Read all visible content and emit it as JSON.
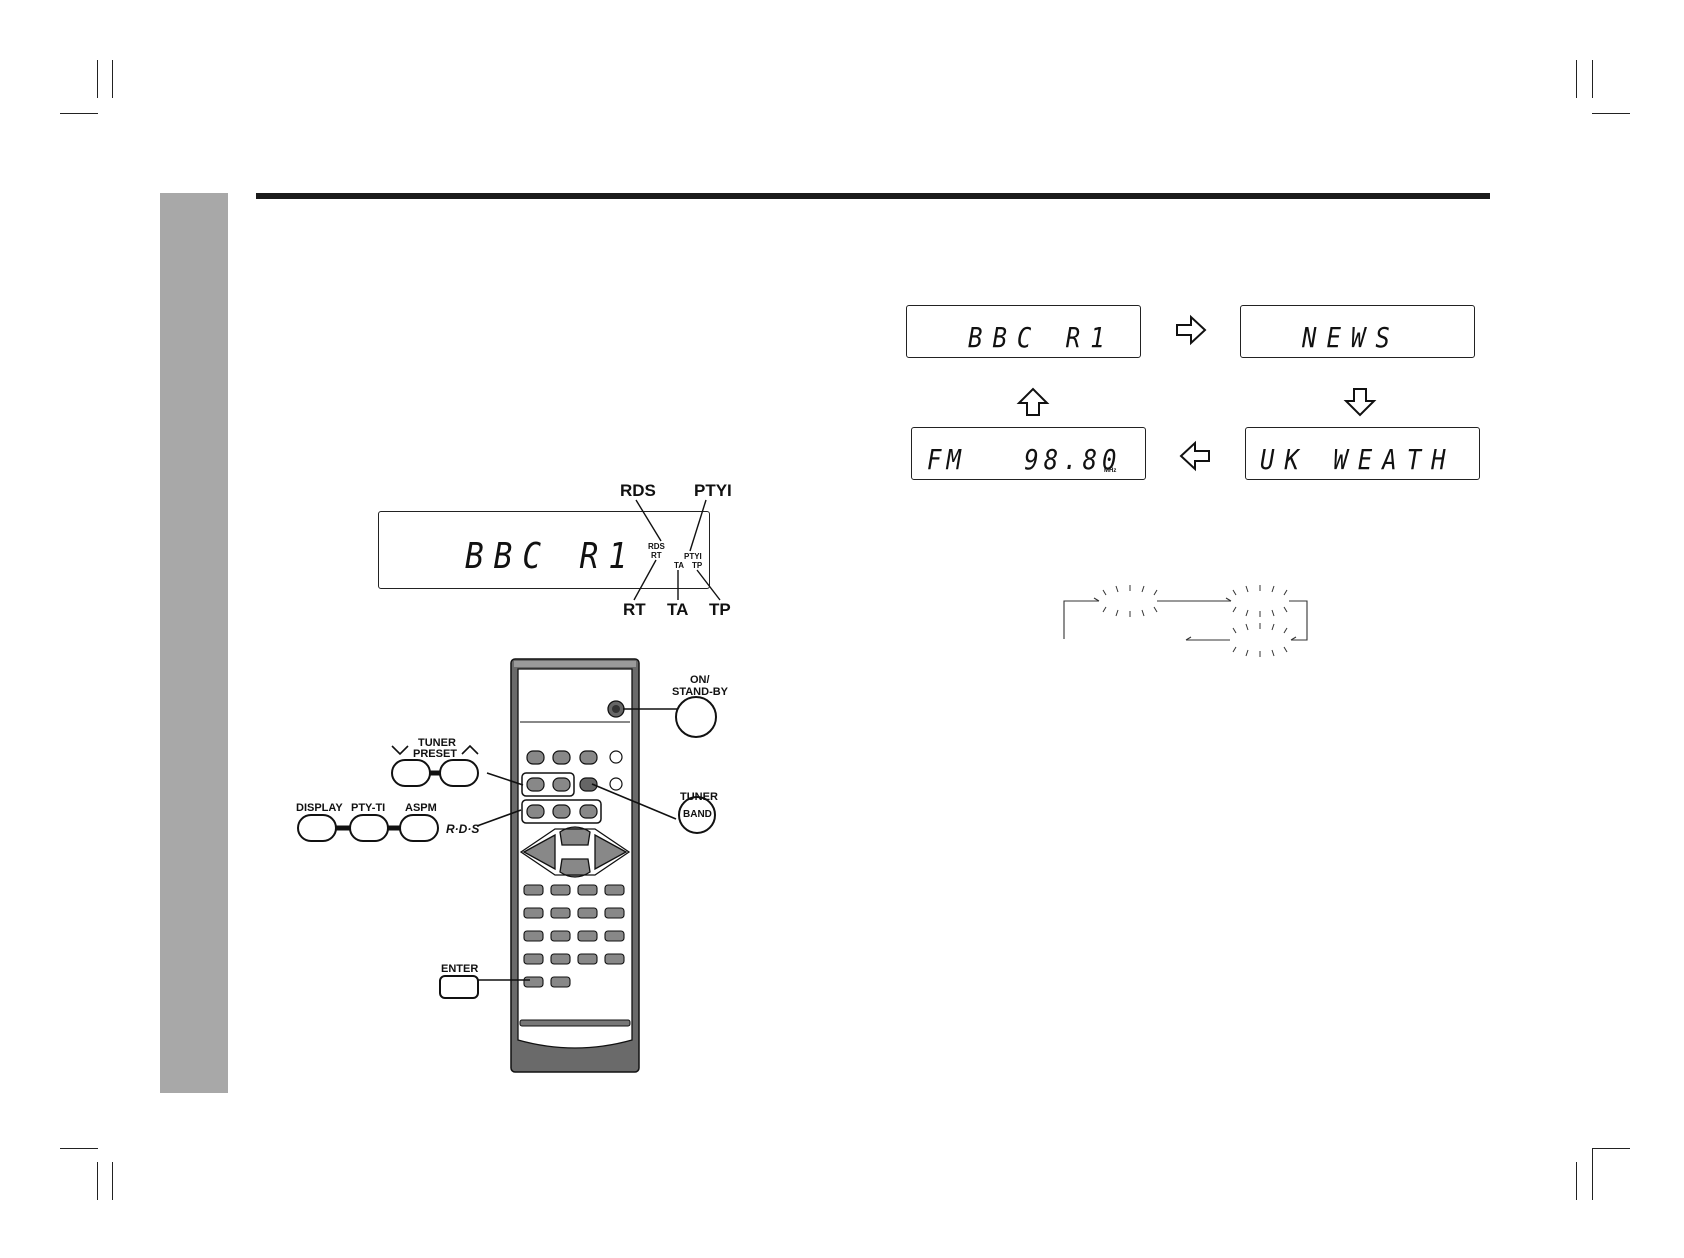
{
  "top_display": {
    "station": "BBC R1",
    "indicators": {
      "rds_rt": [
        "RDS",
        "RT"
      ],
      "pty_tp": [
        "PTYI",
        "TP"
      ],
      "ta": "TA"
    },
    "callouts": {
      "rds": "RDS",
      "ptyi": "PTYI",
      "rt": "RT",
      "ta": "TA",
      "tp": "TP"
    }
  },
  "display_cycle": [
    {
      "text": "BBC R1"
    },
    {
      "text": "NEWS"
    },
    {
      "text": "UK WEATH"
    },
    {
      "text": "FM   98.80",
      "unit": "MHz"
    }
  ],
  "remote": {
    "on_standby": [
      "ON/",
      "STAND-BY"
    ],
    "tuner_preset": [
      "TUNER",
      "PRESET"
    ],
    "display": "DISPLAY",
    "pty_ti": "PTY-TI",
    "aspm": "ASPM",
    "rds_logo": "R·D·S",
    "tuner": "TUNER",
    "band": "BAND",
    "enter": "ENTER"
  }
}
